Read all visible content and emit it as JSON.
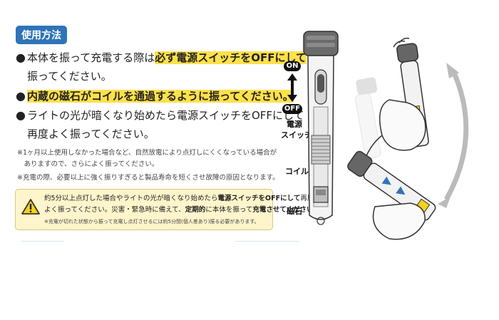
{
  "section": {
    "title": "使用方法"
  },
  "instructions": [
    {
      "line1_plain": "本体を振って充電する際は",
      "line1_highlight": "必ず電源スイッチをOFFにして",
      "line2": "振ってください。"
    },
    {
      "highlight": "内蔵の磁石がコイルを通過するように振ってください。"
    },
    {
      "line1": "ライトの光が暗くなり始めたら電源スイッチをOFFにして",
      "line2": "再度よく振ってください。"
    }
  ],
  "notes": [
    {
      "line1": "※1ヶ月以上使用しなかった場合など、自然放電により点灯しにくくなっている場合が",
      "line2": "　ありますので、さらによく振ってください。"
    },
    {
      "line1": "※充電の際、必要以上に強く振りすぎると製品寿命を短くさせ故障の原因となります。"
    }
  ],
  "warning": {
    "icon": "warning-triangle-icon",
    "line1_plain": "約5分以上点灯した場合やライトの光が暗くなり始めたら",
    "line1_bold": "電源スイッチをOFFにして",
    "line1_end": "再度",
    "line2_plain": "よく振ってください。災害・緊急時に備えて、",
    "line2_bold1": "定期的",
    "line2_mid": "に本体を振って",
    "line2_bold2": "充電させてください。",
    "line3": "※充電が切れた状態から振って充電し点灯させるには約5分間(個人差あり)振る必要があります。"
  },
  "diagram": {
    "on_label": "ON",
    "off_label": "OFF",
    "power_switch_label_1": "電源",
    "power_switch_label_2": "スイッチ",
    "coil_label": "コイル",
    "magnet_label": "磁石"
  },
  "colors": {
    "badge": "#2f74b8",
    "highlight": "#ffe14a",
    "warning_bg": "#fff5cc",
    "arrow_blue": "#2f74b8",
    "button_yellow": "#f5d21a"
  }
}
